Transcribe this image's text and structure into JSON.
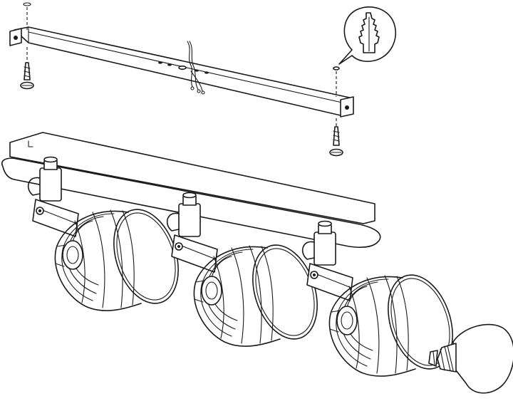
{
  "diagram": {
    "parts": [
      {
        "id": "mounting-bracket",
        "icon": "bracket-icon"
      },
      {
        "id": "screw-left",
        "icon": "screw-icon"
      },
      {
        "id": "screw-right",
        "icon": "screw-icon"
      },
      {
        "id": "wall-plug-detail",
        "icon": "wall-plug-icon"
      },
      {
        "id": "supply-wires",
        "icon": "wire-icon"
      },
      {
        "id": "canopy-plate",
        "icon": "plate-icon"
      },
      {
        "id": "spotlight-1",
        "icon": "cage-lamp-icon"
      },
      {
        "id": "spotlight-2",
        "icon": "cage-lamp-icon"
      },
      {
        "id": "spotlight-3",
        "icon": "cage-lamp-icon"
      },
      {
        "id": "light-bulb",
        "icon": "bulb-icon"
      }
    ],
    "colors": {
      "line": "#1a1a1a",
      "background": "#ffffff"
    }
  }
}
